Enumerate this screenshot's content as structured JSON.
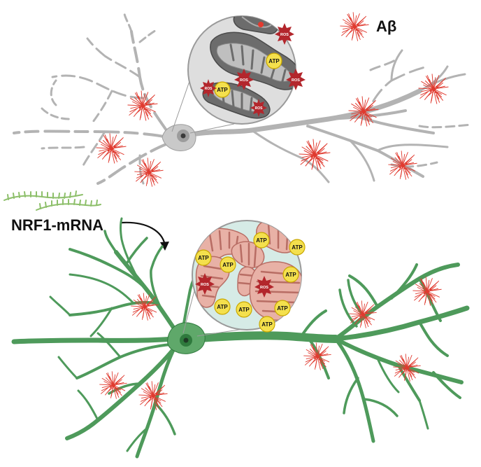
{
  "legend": {
    "abeta_label": "Aβ"
  },
  "treatment": {
    "label": "NRF1-mRNA"
  },
  "badges": {
    "atp": "ATP",
    "ros": "ROS"
  },
  "colors": {
    "diseased_neuron": "#c9c9c9",
    "diseased_outline": "#9e9e9e",
    "healthy_neuron": "#4e9a5b",
    "healthy_outline": "#2f7a3d",
    "soma_core": "#3a3a3a",
    "plaque": "#e03a2f",
    "ros": "#b3262c",
    "atp": "#f4e04d",
    "atp_outline": "#c9a700",
    "mito_damaged": "#6c6c6c",
    "mito_healthy": "#e8b1a6",
    "zoom_gray": "#dedede",
    "zoom_green": "#d6ebe6",
    "mrna": "#8dbf6a"
  },
  "icons": [
    "amyloid-beta-plaque-icon",
    "ros-star-icon",
    "atp-badge-icon",
    "mitochondrion-icon",
    "neuron-icon",
    "mrna-strand-icon",
    "curved-arrow-icon"
  ]
}
